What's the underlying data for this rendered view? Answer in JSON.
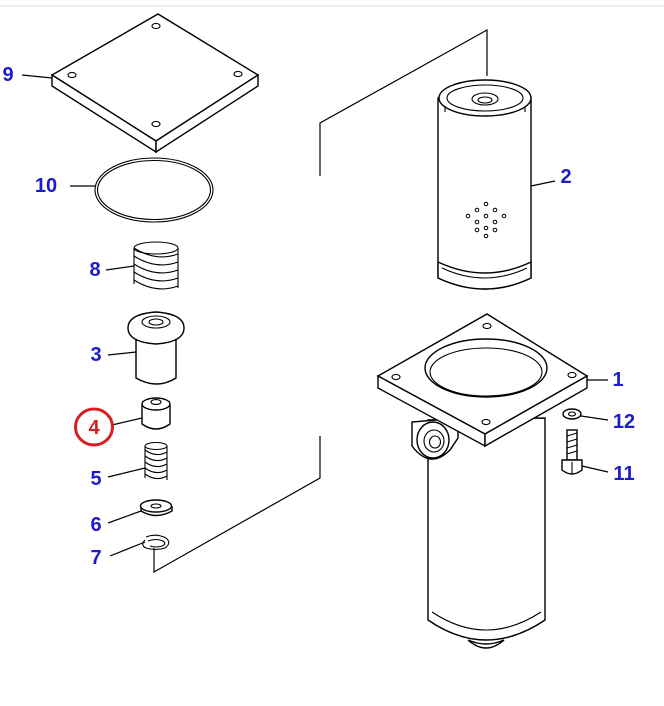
{
  "diagram": {
    "colors": {
      "callout": "#1c1ccc",
      "highlight": "#d42020",
      "line": "#000000",
      "background": "#ffffff"
    },
    "callouts": {
      "c1": "1",
      "c2": "2",
      "c3": "3",
      "c4": "4",
      "c5": "5",
      "c6": "6",
      "c7": "7",
      "c8": "8",
      "c9": "9",
      "c10": "10",
      "c11": "11",
      "c12": "12"
    },
    "highlighted_callout": "4"
  }
}
